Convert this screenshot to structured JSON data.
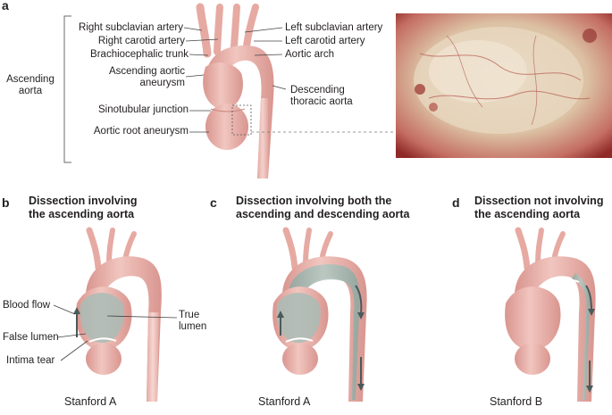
{
  "panel_a": {
    "letter": "a",
    "bracket_label_line1": "Ascending",
    "bracket_label_line2": "aorta",
    "labels_left": {
      "right_subclavian": "Right subclavian artery",
      "right_carotid": "Right carotid artery",
      "brachiocephalic": "Brachiocephalic trunk",
      "asc_aneurysm_1": "Ascending aortic",
      "asc_aneurysm_2": "aneurysm",
      "sinotubular": "Sinotubular junction",
      "root_aneurysm": "Aortic root aneurysm"
    },
    "labels_right": {
      "left_subclavian": "Left subclavian artery",
      "left_carotid": "Left carotid artery",
      "aortic_arch": "Aortic arch",
      "descending_1": "Descending",
      "descending_2": "thoracic aorta"
    }
  },
  "panel_b": {
    "letter": "b",
    "title_line1": "Dissection involving",
    "title_line2": "the ascending aorta",
    "blood_flow": "Blood flow",
    "false_lumen": "False lumen",
    "intima_tear": "Intima tear",
    "true_lumen_1": "True",
    "true_lumen_2": "lumen",
    "stanford": "Stanford A"
  },
  "panel_c": {
    "letter": "c",
    "title_line1": "Dissection involving both the",
    "title_line2": "ascending and descending aorta",
    "stanford": "Stanford A"
  },
  "panel_d": {
    "letter": "d",
    "title_line1": "Dissection not involving",
    "title_line2": "the ascending aorta",
    "stanford": "Stanford B"
  },
  "colors": {
    "aorta": "#e8b0a8",
    "aorta_dark": "#d08f88",
    "false_lumen": "#9fb5ae",
    "false_lumen_light": "#c9d8d2",
    "flow_arrow": "#4a5a5a",
    "photo_base": "#d9c2a8"
  }
}
